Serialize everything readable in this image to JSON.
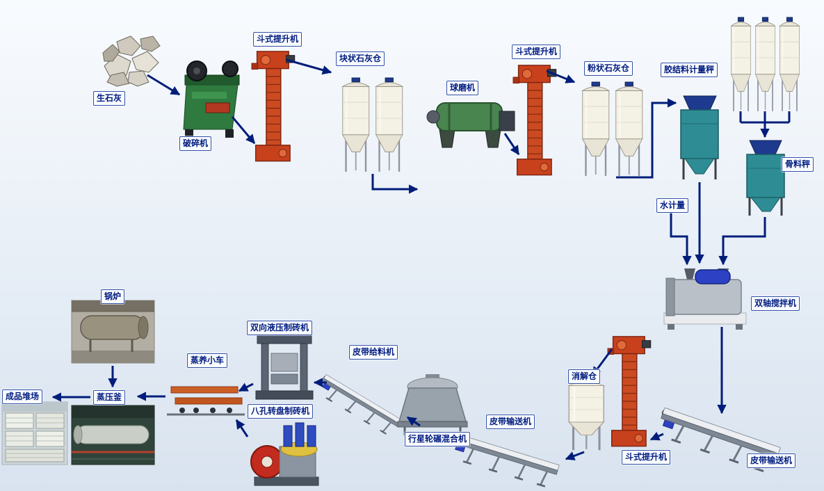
{
  "colors": {
    "arrow": "#001d7a",
    "label_border": "#3050a8",
    "label_text": "#001c80",
    "elevator_red": "#cc4a22",
    "silo_ivory": "#f4f1e5",
    "machine_teal": "#2e8c94",
    "mixer_motor_blue": "#2c41c4"
  },
  "labels": {
    "quicklime": "生石灰",
    "crusher": "破碎机",
    "bucket_elevator_1": "斗式提升机",
    "lump_lime_silo": "块状石灰仓",
    "ball_mill": "球磨机",
    "bucket_elevator_2": "斗式提升机",
    "powder_lime_silo": "粉状石灰仓",
    "binder_weigher": "胶结料计量秤",
    "aggregate_weigher": "骨料秤",
    "water_meter": "水计量",
    "twin_shaft_mixer": "双轴搅拌机",
    "belt_conveyor_right": "皮带输送机",
    "bucket_elevator_3": "斗式提升机",
    "digestion_silo": "消解仓",
    "belt_conveyor_mid": "皮带输送机",
    "planetary_mixer": "行星轮碾混合机",
    "belt_feeder": "皮带给料机",
    "hydraulic_press": "双向液压制砖机",
    "rotary_press": "八孔转盘制砖机",
    "curing_trolley": "蒸养小车",
    "autoclave": "蒸压釜",
    "boiler": "锅炉",
    "product_yard": "成品堆场"
  }
}
